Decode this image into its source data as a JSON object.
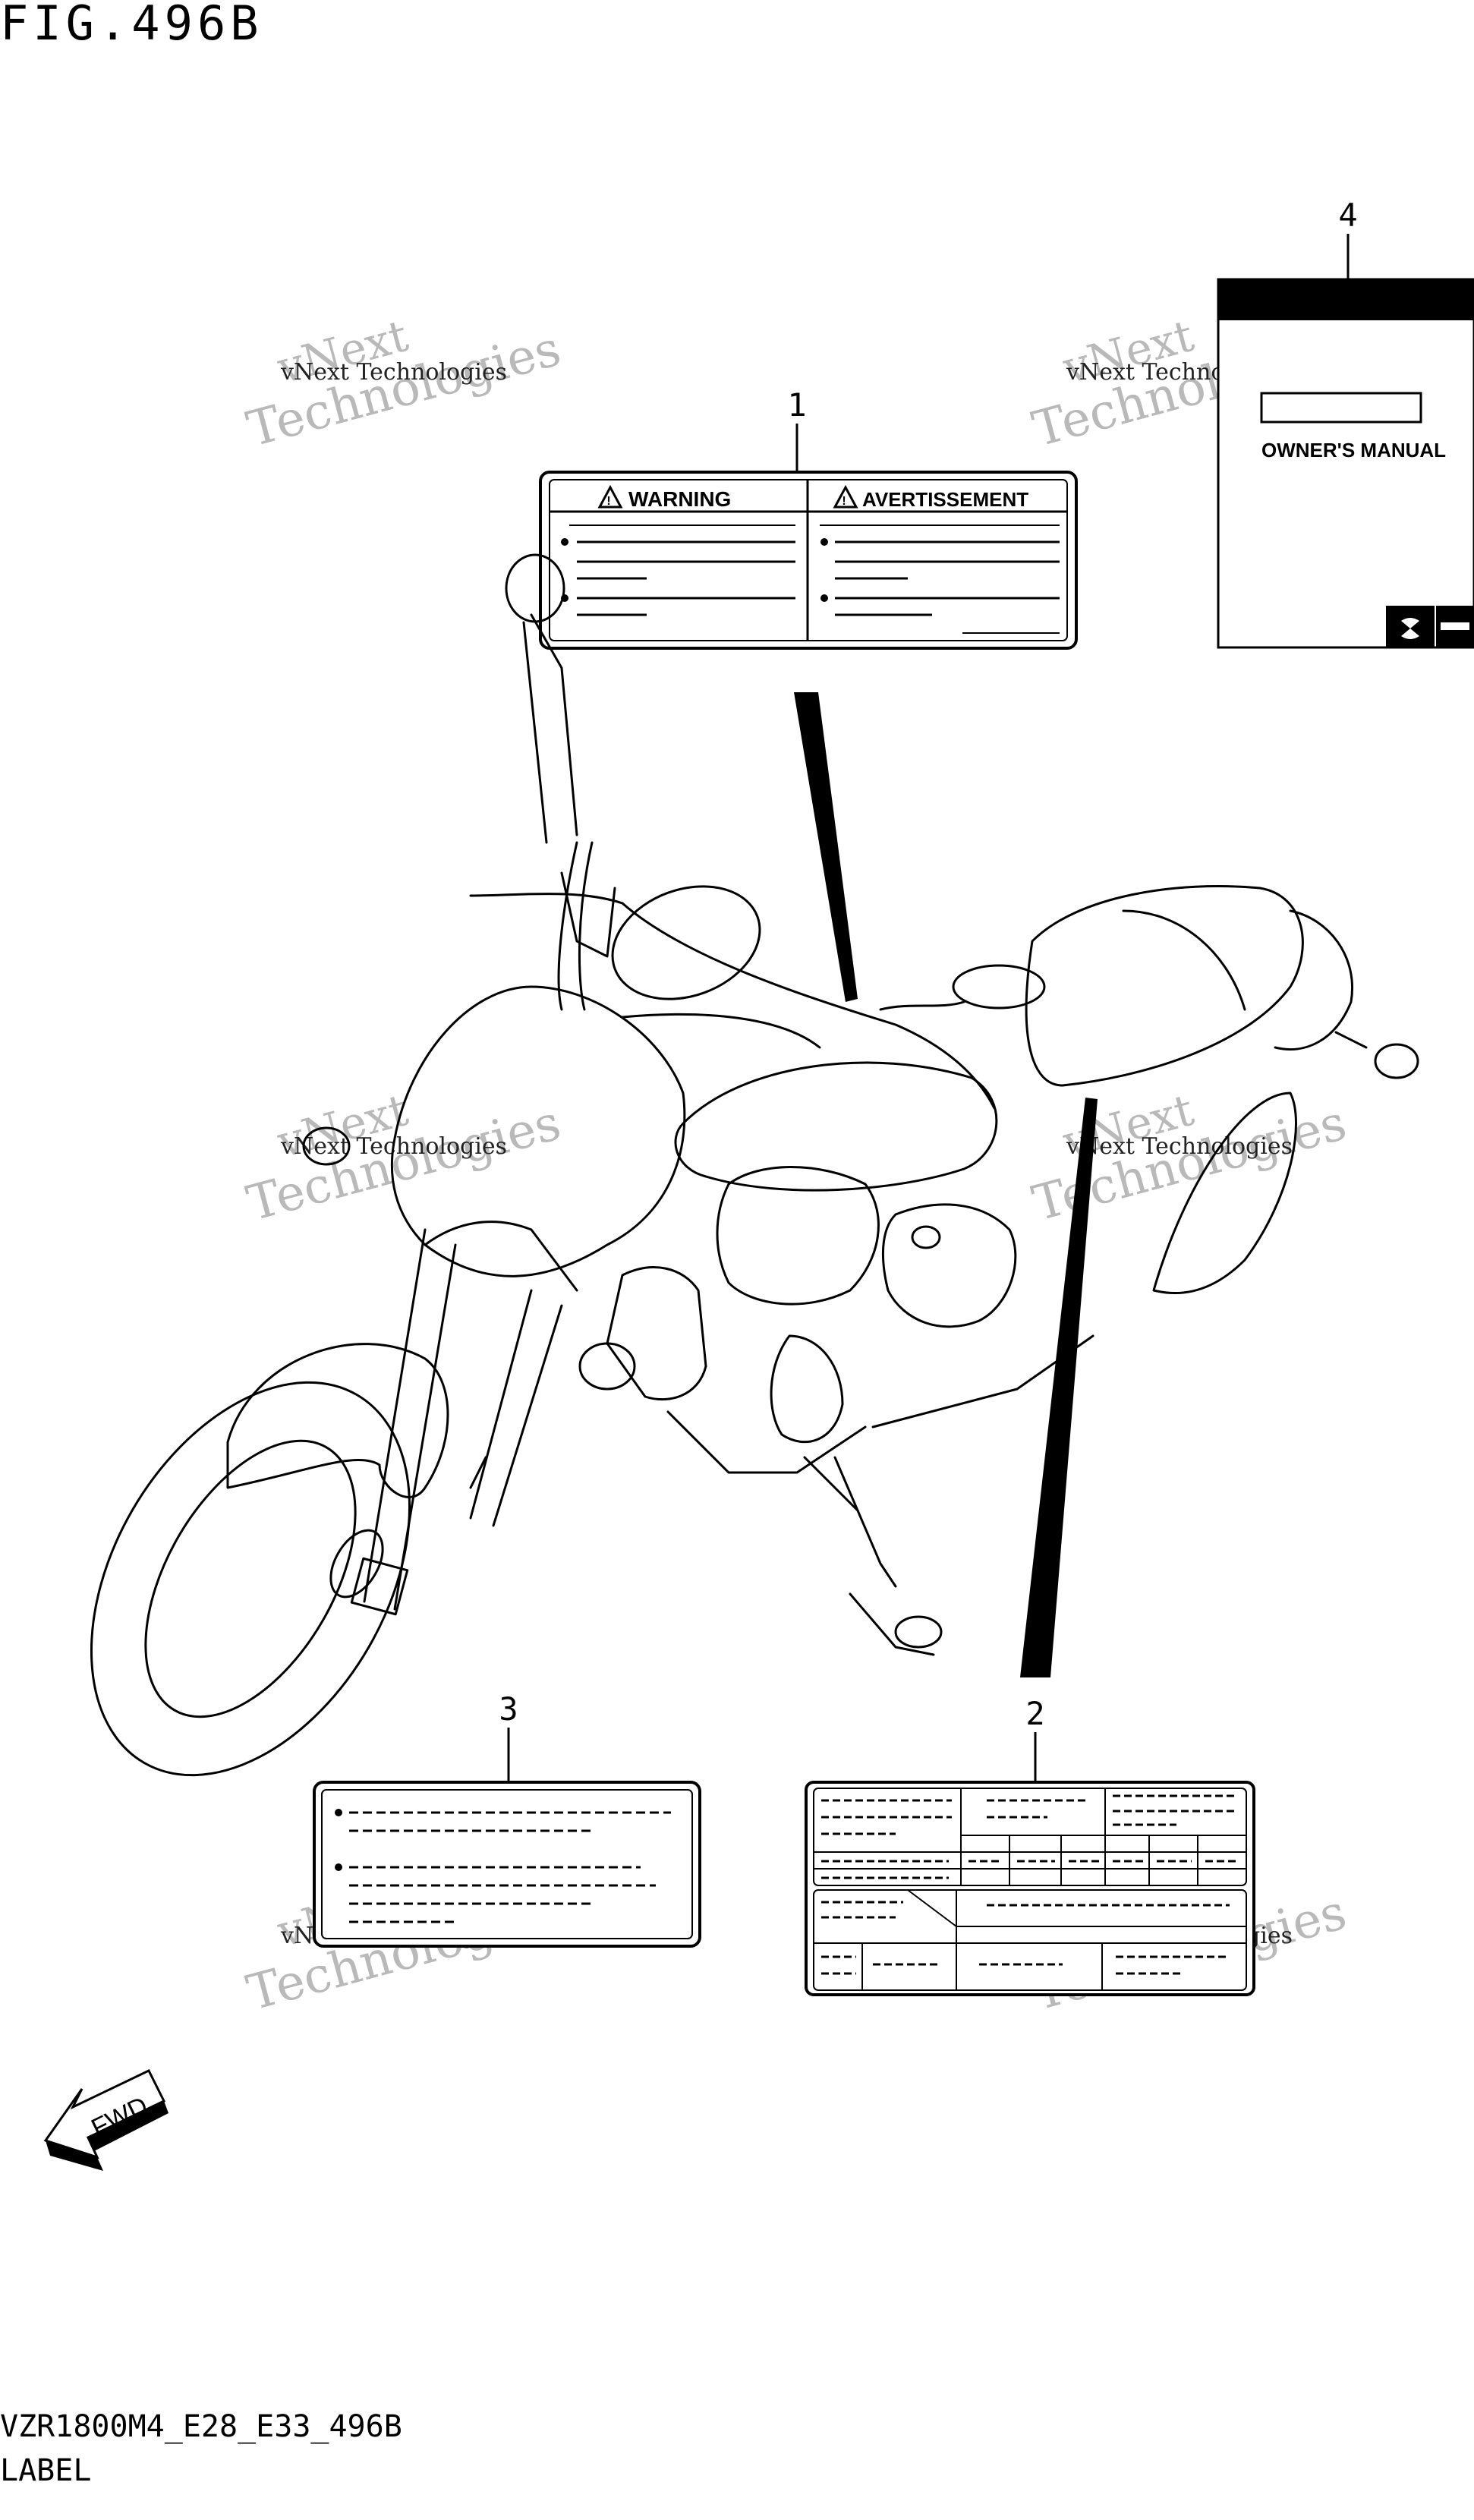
{
  "figure": {
    "title": "FIG.496B",
    "code": "VZR1800M4_E28_E33_496B",
    "label": "LABEL"
  },
  "callouts": [
    "1",
    "2",
    "3",
    "4"
  ],
  "labels": {
    "warning_left": "WARNING",
    "warning_right": "AVERTISSEMENT",
    "manual_title": "OWNER'S MANUAL"
  },
  "fwd_arrow": "FWD",
  "watermark": {
    "line1": "vNext",
    "line2": "Technologies",
    "small": "vNext Technologies",
    "color": "#b9b9b9"
  }
}
